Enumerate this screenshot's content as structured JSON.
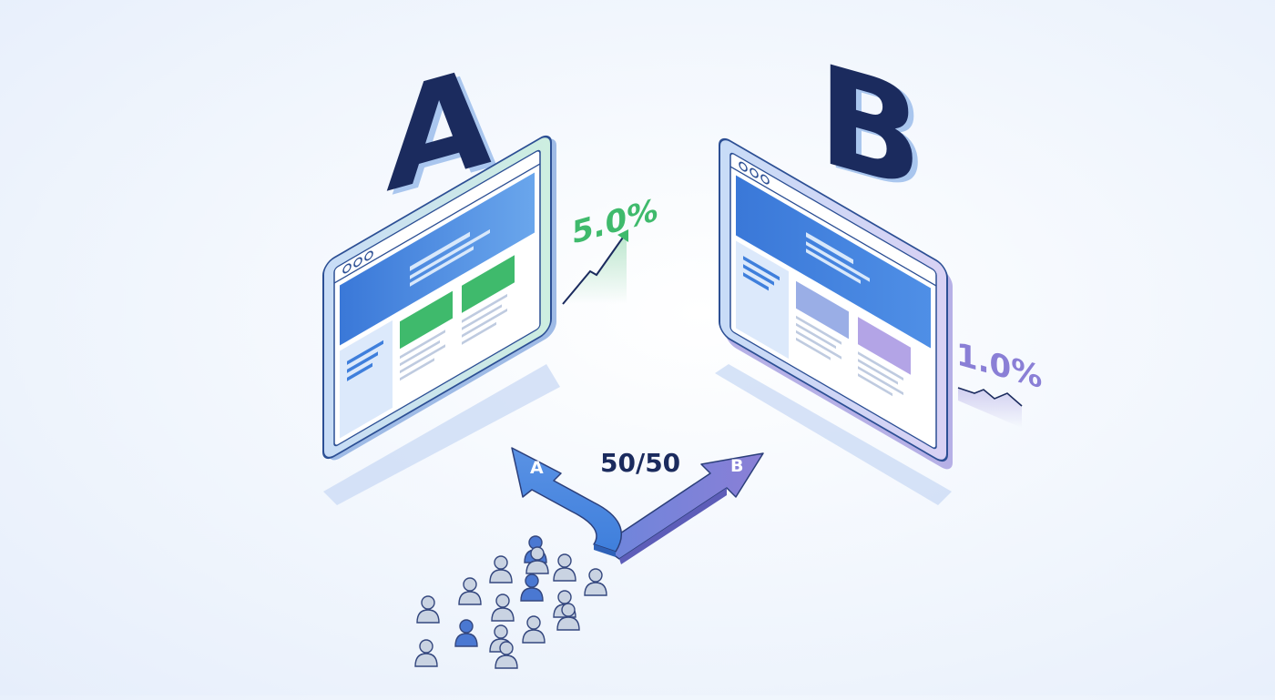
{
  "variant_a": {
    "letter": "A",
    "conversion": "5.0%"
  },
  "variant_b": {
    "letter": "B",
    "conversion": "1.0%"
  },
  "split": {
    "label": "50/50",
    "arrow_a_label": "A",
    "arrow_b_label": "B"
  },
  "colors": {
    "navy": "#1b2b5e",
    "blue": "#3f7fdc",
    "green": "#3fba6c",
    "purple": "#8a7fd6",
    "panel_blue": "#dce9fb",
    "person_light": "#c9d3e2",
    "person_highlight": "#4a78d2"
  },
  "audience": {
    "highlighted_people": 3,
    "total_people": 16
  }
}
